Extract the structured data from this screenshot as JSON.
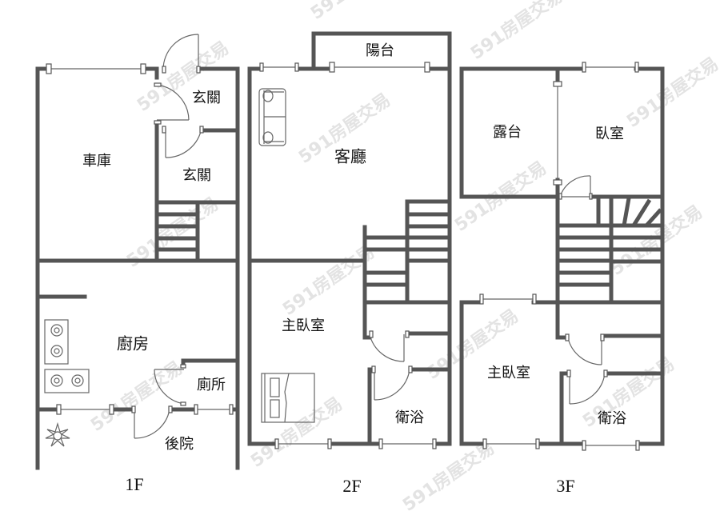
{
  "watermark": {
    "text": "591房屋交易"
  },
  "floors": [
    {
      "id": "1F",
      "label": "1F",
      "rooms": [
        {
          "name": "車庫"
        },
        {
          "name": "玄關"
        },
        {
          "name": "玄關"
        },
        {
          "name": "廚房"
        },
        {
          "name": "廁所"
        },
        {
          "name": "後院"
        }
      ]
    },
    {
      "id": "2F",
      "label": "2F",
      "rooms": [
        {
          "name": "陽台"
        },
        {
          "name": "客廳"
        },
        {
          "name": "主臥室"
        },
        {
          "name": "衛浴"
        }
      ]
    },
    {
      "id": "3F",
      "label": "3F",
      "rooms": [
        {
          "name": "露台"
        },
        {
          "name": "臥室"
        },
        {
          "name": "主臥室"
        },
        {
          "name": "衛浴"
        }
      ]
    }
  ],
  "icons": [
    "stove-icon",
    "sofa-icon",
    "bed-icon",
    "plant-icon",
    "door-icon",
    "window-icon",
    "stairs-icon"
  ],
  "colors": {
    "wall": "#555555",
    "background": "#ffffff",
    "text": "#111111",
    "watermark": "#e3e3e3"
  }
}
